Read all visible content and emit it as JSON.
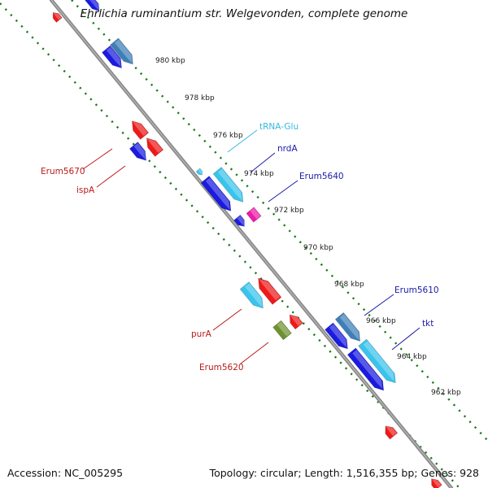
{
  "title": "Ehrlichia ruminantium str. Welgevonden, complete genome",
  "accession_text": "Accession: NC_005295",
  "summary_text": "Topology: circular; Length: 1,516,355 bp; Genes: 928",
  "colors": {
    "backbone": "#808080",
    "tick": "#1a7a1a",
    "forward": "#1a1ae0",
    "forward_alt": "#3f7fb8",
    "rna": "#38c4ec",
    "reverse": "#ee1a1a",
    "misc_pink": "#ee1aa8",
    "misc_olive": "#6f9230",
    "label_blue": "#1a1aaa",
    "label_red": "#bb1a1a",
    "label_cyan": "#38b8e0"
  },
  "scale_labels": [
    "980 kbp",
    "978 kbp",
    "976 kbp",
    "974 kbp",
    "972 kbp",
    "970 kbp",
    "968 kbp",
    "966 kbp",
    "964 kbp",
    "962 kbp"
  ],
  "gene_labels": [
    {
      "text": "tRNA-Glu",
      "color": "label_cyan"
    },
    {
      "text": "nrdA",
      "color": "label_blue"
    },
    {
      "text": "Erum5640",
      "color": "label_blue"
    },
    {
      "text": "Erum5610",
      "color": "label_blue"
    },
    {
      "text": "tkt",
      "color": "label_blue"
    },
    {
      "text": "Erum5670",
      "color": "label_red"
    },
    {
      "text": "ispA",
      "color": "label_red"
    },
    {
      "text": "purA",
      "color": "label_red"
    },
    {
      "text": "Erum5620",
      "color": "label_red"
    }
  ]
}
